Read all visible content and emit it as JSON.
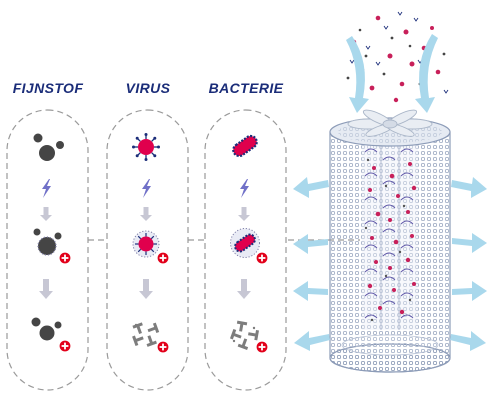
{
  "columns": [
    {
      "id": "fijnstof",
      "title": "FIJNSTOF"
    },
    {
      "id": "virus",
      "title": "VIRUS"
    },
    {
      "id": "bacterie",
      "title": "BACTERIE"
    }
  ],
  "colors": {
    "title": "#1b2d79",
    "bolt": "#7070c8",
    "arrow": "#c7c7d4",
    "dust": "#454545",
    "pathogen": "#e0004d",
    "ion_badge": "#e2001a",
    "airflow": "#a9d8ec",
    "filter_mesh": "#9aa9c2",
    "capsule_border": "#9a9a9a"
  },
  "icons": [
    "lightning-bolt-icon",
    "down-arrow-icon",
    "plus-ion-icon",
    "virus-icon",
    "bacterium-icon",
    "dust-particle-icon",
    "airflow-arrow-icon"
  ]
}
